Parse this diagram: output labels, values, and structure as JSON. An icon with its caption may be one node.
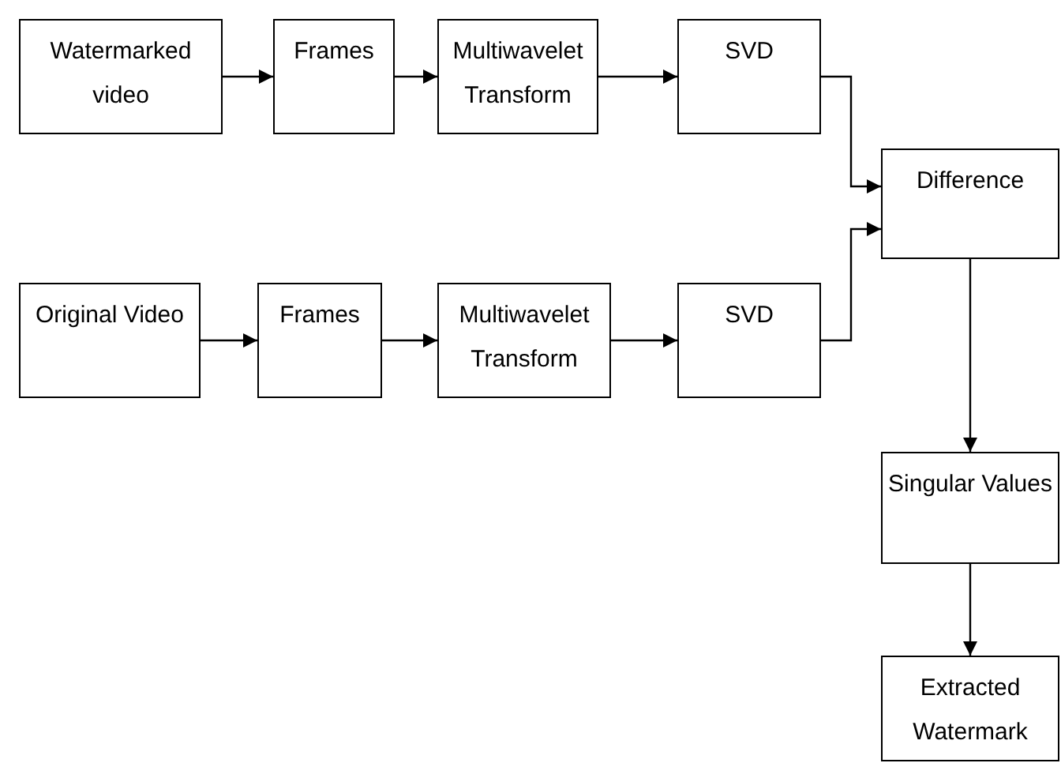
{
  "diagram": {
    "nodes": [
      {
        "text": [
          "Watermarked video"
        ]
      },
      {
        "text": [
          "Frames"
        ]
      },
      {
        "text": [
          "Multiwavelet Transform"
        ]
      },
      {
        "text": [
          "SVD"
        ]
      },
      {
        "text": [
          "Difference"
        ]
      },
      {
        "text": [
          "Original Video"
        ]
      },
      {
        "text": [
          "Frames"
        ]
      },
      {
        "text": [
          "Multiwavelet Transform"
        ]
      },
      {
        "text": [
          "SVD"
        ]
      },
      {
        "text": [
          "Singular Values"
        ]
      },
      {
        "text": [
          "Extracted Watermark"
        ]
      }
    ],
    "edges": [
      {
        "from": 0,
        "to": 1,
        "arrow": "to"
      },
      {
        "from": 1,
        "to": 2,
        "arrow": "to"
      },
      {
        "from": 2,
        "to": 3,
        "arrow": "to"
      },
      {
        "from": 3,
        "to": 4,
        "arrow": "to"
      },
      {
        "from": 5,
        "to": 6,
        "arrow": "to"
      },
      {
        "from": 6,
        "to": 7,
        "arrow": "to"
      },
      {
        "from": 7,
        "to": 8,
        "arrow": "to"
      },
      {
        "from": 8,
        "to": 4,
        "arrow": "to"
      },
      {
        "from": 4,
        "to": 9,
        "arrow": "to"
      },
      {
        "from": 9,
        "to": 10,
        "arrow": "to"
      }
    ]
  }
}
